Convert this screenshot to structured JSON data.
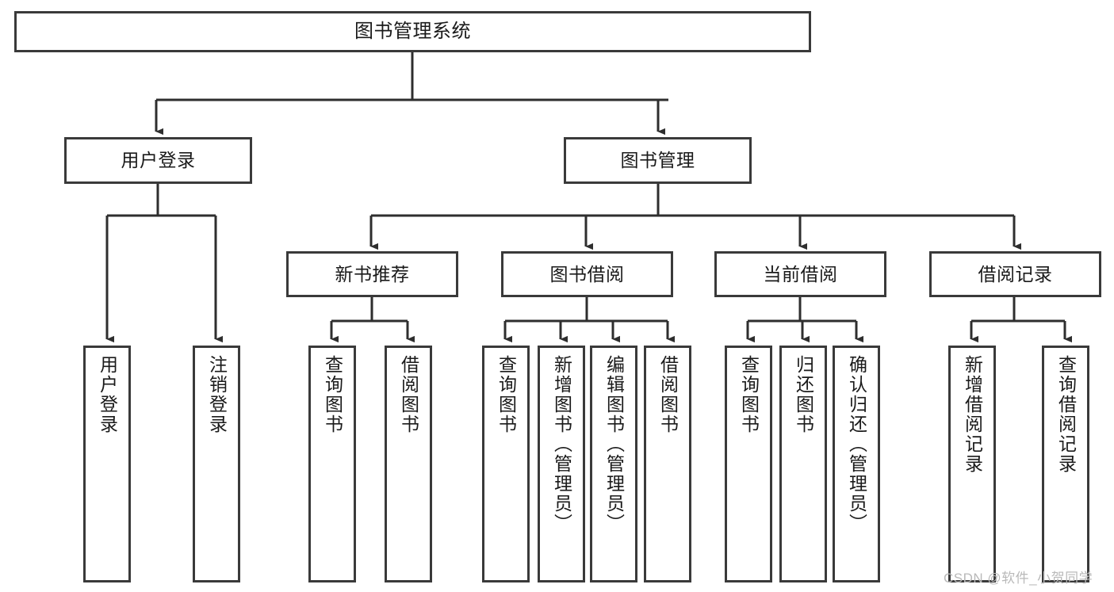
{
  "diagram": {
    "type": "tree-hierarchy",
    "title": "图书管理系统",
    "levels": 4,
    "nodes": {
      "root": {
        "label": "图书管理系统"
      },
      "level2": [
        {
          "id": "user-login",
          "label": "用户登录"
        },
        {
          "id": "book-manage",
          "label": "图书管理"
        }
      ],
      "level3": [
        {
          "id": "new-book-recommend",
          "label": "新书推荐",
          "parent": "book-manage"
        },
        {
          "id": "book-borrow",
          "label": "图书借阅",
          "parent": "book-manage"
        },
        {
          "id": "current-borrow",
          "label": "当前借阅",
          "parent": "book-manage"
        },
        {
          "id": "borrow-record",
          "label": "借阅记录",
          "parent": "book-manage"
        }
      ],
      "leaves": [
        {
          "id": "leaf-user-login",
          "label": "用户登录",
          "parent": "user-login"
        },
        {
          "id": "leaf-logout-login",
          "label": "注销登录",
          "parent": "user-login"
        },
        {
          "id": "leaf-query-book-1",
          "label": "查询图书",
          "parent": "new-book-recommend"
        },
        {
          "id": "leaf-borrow-book-1",
          "label": "借阅图书",
          "parent": "new-book-recommend"
        },
        {
          "id": "leaf-query-book-2",
          "label": "查询图书",
          "parent": "book-borrow"
        },
        {
          "id": "leaf-add-book",
          "label": "新增图书（管理员）",
          "parent": "book-borrow"
        },
        {
          "id": "leaf-edit-book",
          "label": "编辑图书（管理员）",
          "parent": "book-borrow"
        },
        {
          "id": "leaf-borrow-book-2",
          "label": "借阅图书",
          "parent": "book-borrow"
        },
        {
          "id": "leaf-query-book-3",
          "label": "查询图书",
          "parent": "current-borrow"
        },
        {
          "id": "leaf-return-book",
          "label": "归还图书",
          "parent": "current-borrow"
        },
        {
          "id": "leaf-confirm-return",
          "label": "确认归还（管理员）",
          "parent": "current-borrow"
        },
        {
          "id": "leaf-add-record",
          "label": "新增借阅记录",
          "parent": "borrow-record"
        },
        {
          "id": "leaf-query-record",
          "label": "查询借阅记录",
          "parent": "borrow-record"
        }
      ]
    },
    "colors": {
      "border": "#3a3a3a",
      "connector": "#2e2e2e",
      "background": "#ffffff",
      "text": "#1a1a1a",
      "watermark": "#b9b9b9"
    }
  },
  "watermark": {
    "text": "CSDN @软件_小贺同学"
  }
}
